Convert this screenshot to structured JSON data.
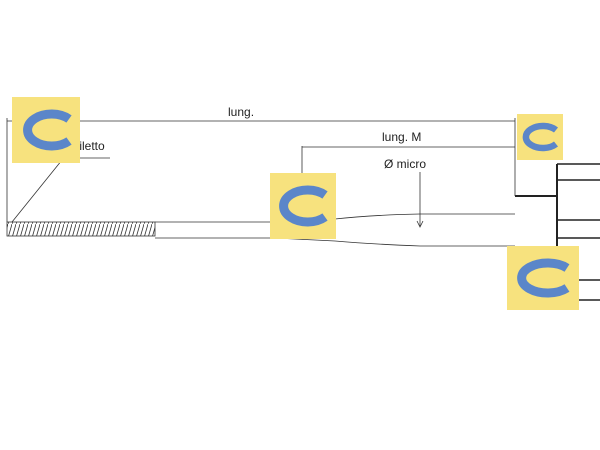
{
  "labels": {
    "total_length": "lung.",
    "thread": "filetto",
    "micro_length": "lung. M",
    "micro_diameter": "Ø micro"
  },
  "logos": [
    {
      "name": "c-logo-icon-thread"
    },
    {
      "name": "c-logo-icon-shaft"
    },
    {
      "name": "c-logo-icon-right-top"
    },
    {
      "name": "c-logo-icon-right-bottom"
    }
  ],
  "colors": {
    "line": "#333333",
    "logo_background": "#f7e27e",
    "logo_letter": "#5b86c9"
  }
}
